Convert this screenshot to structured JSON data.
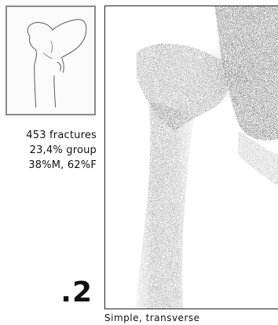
{
  "stats": {
    "count": "453 fractures",
    "group_share": "23,4% group",
    "sex_split": "38%M, 62%F"
  },
  "code_label": ".2",
  "caption": "Simple, transverse",
  "colors": {
    "frame": "#8a8a8a",
    "xray_border": "#222222"
  },
  "icons": {
    "femur_diagram": "femur-outline-icon"
  }
}
